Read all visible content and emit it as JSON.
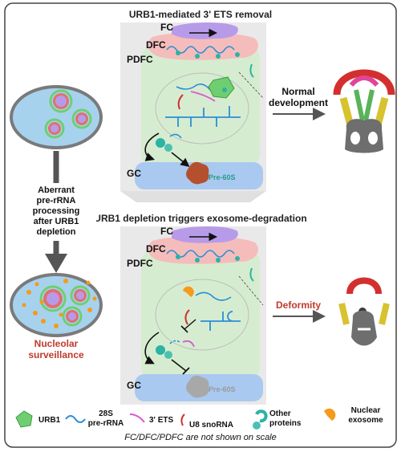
{
  "top_panel": {
    "title": "URB1-mediated 3' ETS removal",
    "fc": "FC",
    "dfc": "DFC",
    "pdfc": "PDFC",
    "gc": "GC",
    "pre60s": "Pre-60S"
  },
  "bottom_panel": {
    "title": "URB1 depletion triggers exosome-degradation",
    "fc": "FC",
    "dfc": "DFC",
    "pdfc": "PDFC",
    "gc": "GC",
    "pre60s": "Pre-60S"
  },
  "left_column": {
    "arrow_label": [
      "Aberrant",
      "pre-rRNA",
      "processing",
      "after URB1",
      "depletion"
    ],
    "surveillance": [
      "Nucleolar",
      "surveillance"
    ]
  },
  "outcomes": {
    "normal": [
      "Normal",
      "development"
    ],
    "deformity": "Deformity"
  },
  "legend": {
    "urb1": "URB1",
    "pre_rrna": [
      "28S",
      "pre-rRNA"
    ],
    "ets": "3' ETS",
    "u8": "U8 snoRNA",
    "proteins": [
      "Other",
      "proteins"
    ],
    "exosome": [
      "Nuclear",
      "exosome"
    ]
  },
  "footnote": "FC/DFC/PDFC are not shown on scale",
  "colors": {
    "fc": "#b89be8",
    "dfc": "#f5bcbc",
    "pdfc": "#d6ecd0",
    "gc": "#a9c9f0",
    "nucleus_fill": "#a7d2ee",
    "nucleus_border": "#7a7a7a",
    "panel_bg": "#e9e9e9",
    "accent_red": "#c0392b",
    "urb1": "#6fcf70",
    "rrna": "#2a8fd6",
    "ets": "#d85ad0",
    "u8": "#d32f2f",
    "proteins": "#2bb3a3",
    "exosome": "#f59a1a",
    "pre60s_normal": "#b5502e",
    "pre60s_degraded": "#a8a8a8"
  }
}
